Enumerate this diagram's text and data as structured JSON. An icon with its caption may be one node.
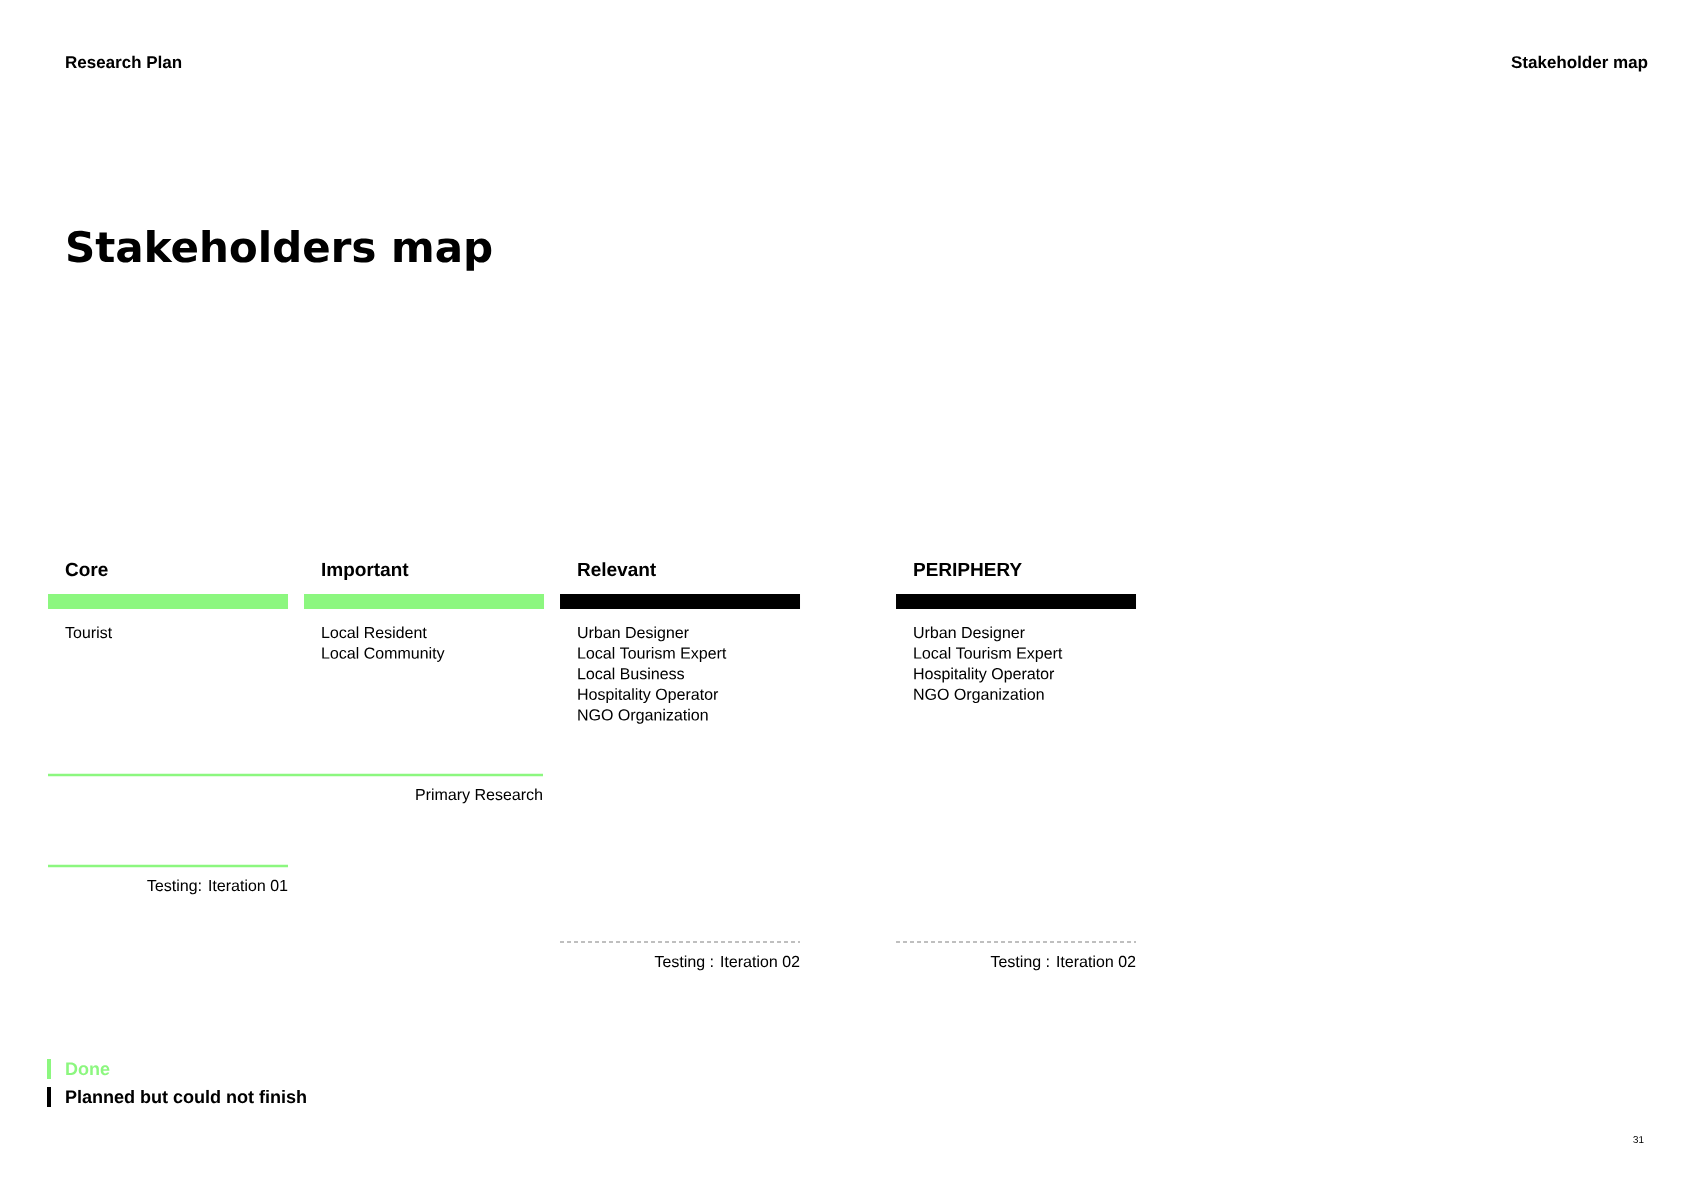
{
  "diagram": {
    "title": "Stakeholders map",
    "nodes": [
      {
        "text": [
          "Core",
          "Tourist"
        ]
      },
      {
        "text": [
          "Important",
          "Local Resident",
          "Local Community"
        ]
      },
      {
        "text": [
          "Relevant",
          "Urban Designer",
          "Local Tourism Expert",
          "Local Business",
          "Hospitality Operator",
          "NGO Organization"
        ]
      },
      {
        "text": [
          "PERIPHERY",
          "Urban Designer",
          "Local Tourism Expert",
          "Hospitality Operator",
          "NGO Organization"
        ]
      }
    ],
    "labels": [
      "Research Plan",
      "Stakeholder map",
      "Primary Research",
      "Testing: Iteration 01",
      "Testing : Iteration 02",
      "Testing : Iteration 02",
      "31"
    ],
    "legend": [
      {
        "text": "Done",
        "color": "#8cf77f"
      },
      {
        "text": "Planned but could not finish",
        "color": "#000000"
      }
    ]
  }
}
